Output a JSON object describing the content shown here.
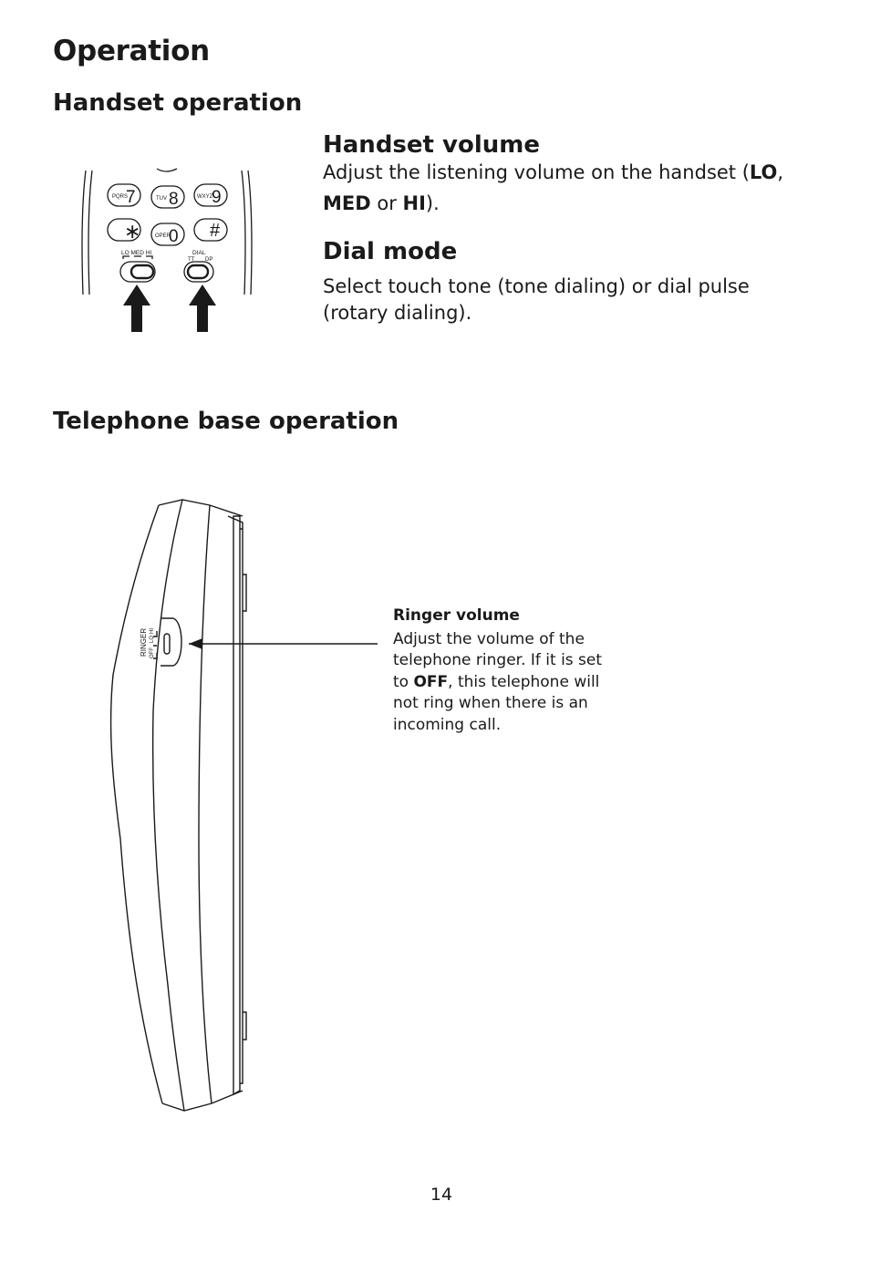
{
  "page": {
    "title": "Operation",
    "page_number": "14"
  },
  "handset_section": {
    "heading": "Handset operation",
    "volume": {
      "heading": "Handset volume",
      "text_1": "Adjust the listening volume on the handset (",
      "lo": "LO",
      "sep_1": ",",
      "med": "MED",
      "sep_2": " or ",
      "hi": "HI",
      "text_2": ")."
    },
    "dial_mode": {
      "heading": "Dial mode",
      "text": "Select touch tone (tone dialing) or dial pulse (rotary dialing)."
    },
    "illustration": {
      "keys": {
        "k7_letters": "PQRS",
        "k7_digit": "7",
        "k8_letters": "TUV",
        "k8_digit": "8",
        "k9_letters": "WXYZ",
        "k9_digit": "9",
        "star": "∗",
        "k0_letters": "OPER",
        "k0_digit": "0",
        "hash": "#"
      },
      "volume_switch_label": "LO MED HI",
      "dial_switch_label": "DIAL",
      "dial_tt": "TT",
      "dial_dp": "DP"
    }
  },
  "base_section": {
    "heading": "Telephone base operation",
    "illustration": {
      "ringer_label": "RINGER",
      "ringer_off": "OFF",
      "ringer_lo": "LO",
      "ringer_hi": "HI"
    },
    "callout": {
      "title": "Ringer volume",
      "text_1": "Adjust the volume of the telephone ringer. If it is set to ",
      "off": "OFF",
      "text_2": ", this telephone will not ring when there is an incoming call."
    }
  }
}
